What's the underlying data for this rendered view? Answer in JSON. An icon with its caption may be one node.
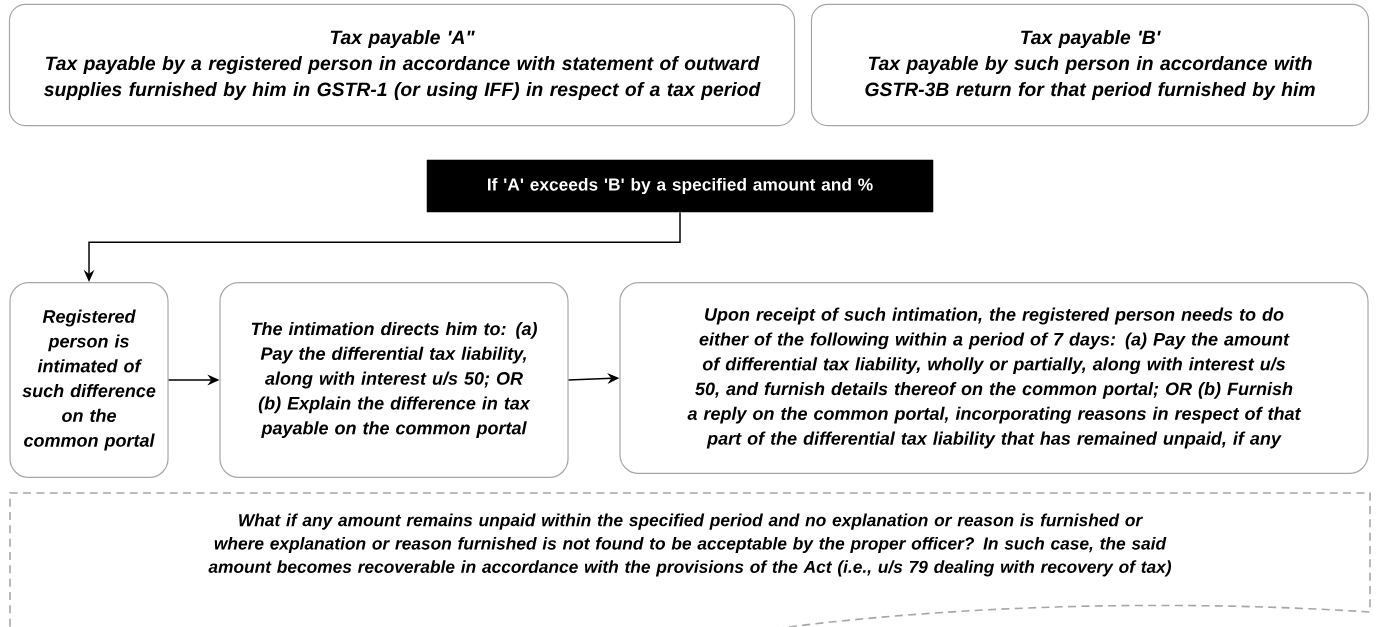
{
  "diagram": {
    "nodes": [
      {
        "text": [
          "Tax payable 'A\"",
          "Tax payable by a registered person in accordance with statement of outward supplies furnished by him in GSTR-1 (or using IFF) in respect of a tax period"
        ]
      },
      {
        "text": [
          "Tax payable 'B'",
          "Tax payable by such person in accordance with GSTR-3B return for that period furnished by him"
        ]
      },
      {
        "text": [
          "If 'A' exceeds 'B' by a specified amount and %"
        ]
      },
      {
        "text": [
          "Registered person is intimated of such difference on the common portal"
        ]
      },
      {
        "text": [
          "The intimation directs him to: (a) Pay the differential tax liability, along with interest u/s 50; OR (b) Explain the difference in tax payable on the common portal"
        ]
      },
      {
        "text": [
          "Upon receipt of such intimation, the registered person needs to do either of the following within a period of 7 days: (a) Pay the amount of differential tax liability, wholly or partially, along with interest u/s 50, and furnish details thereof on the common portal; OR (b) Furnish a reply on the common portal, incorporating reasons in respect of that part of the differential tax liability that has remained unpaid, if any"
        ]
      },
      {
        "text": [
          "What if any amount remains unpaid within the specified period and no explanation or reason is furnished or where explanation or reason furnished is not found to be acceptable by the proper officer? In such case, the said amount becomes recoverable in accordance with the provisions of the Act (i.e., u/s 79 dealing with recovery of tax)"
        ]
      }
    ],
    "edges": [
      {
        "from": 2,
        "to": 3,
        "arrow": "to"
      },
      {
        "from": 3,
        "to": 4,
        "arrow": "to"
      },
      {
        "from": 4,
        "to": 5,
        "arrow": "to"
      }
    ]
  }
}
